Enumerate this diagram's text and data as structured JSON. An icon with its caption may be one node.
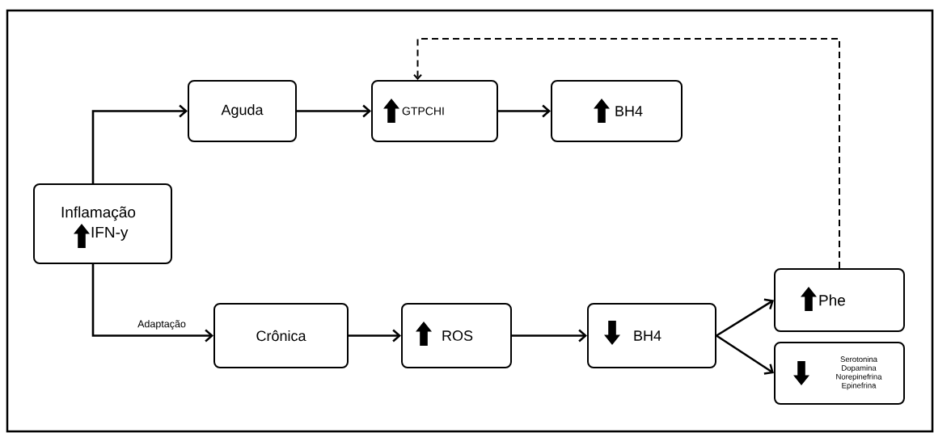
{
  "diagram": {
    "nodes": [
      {
        "text": [
          "Inflamação",
          "IFN-y"
        ]
      },
      {
        "text": [
          "Aguda"
        ]
      },
      {
        "text": [
          "GTPCHI"
        ]
      },
      {
        "text": [
          "BH4"
        ]
      },
      {
        "text": [
          "Crônica"
        ]
      },
      {
        "text": [
          "ROS"
        ]
      },
      {
        "text": [
          "BH4"
        ]
      },
      {
        "text": [
          "Phe"
        ]
      },
      {
        "text": [
          "Serotonina",
          "Dopamina",
          "Norepinefrina",
          "Epinefrina"
        ]
      }
    ],
    "edges": [
      {
        "from": 0,
        "to": 1,
        "arrow": "to"
      },
      {
        "from": 1,
        "to": 2,
        "arrow": "to"
      },
      {
        "from": 2,
        "to": 3,
        "arrow": "to"
      },
      {
        "from": 0,
        "to": 4,
        "arrow": "to",
        "label": "Adaptação"
      },
      {
        "from": 4,
        "to": 5,
        "arrow": "to"
      },
      {
        "from": 5,
        "to": 6,
        "arrow": "to"
      },
      {
        "from": 6,
        "to": 7,
        "arrow": "to"
      },
      {
        "from": 6,
        "to": 8,
        "arrow": "to"
      },
      {
        "from": 7,
        "to": 2,
        "arrow": "to",
        "style": "dashed"
      }
    ]
  }
}
